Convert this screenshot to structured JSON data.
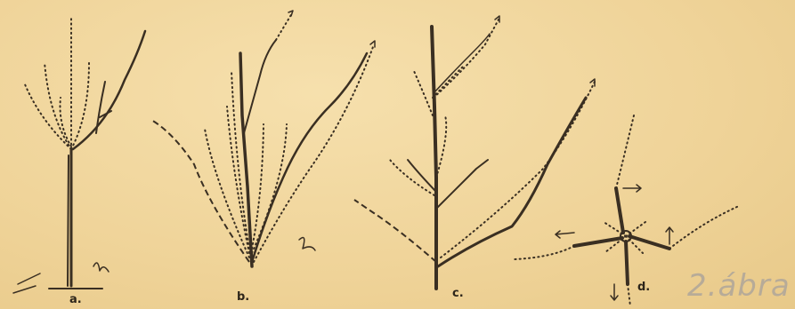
{
  "figure": {
    "labels": {
      "a": "a.",
      "b": "b.",
      "c": "c.",
      "d": "d."
    },
    "caption": "2.ábra",
    "ink_color": "#3a2f22",
    "paper_color": "#f2d9a2"
  }
}
